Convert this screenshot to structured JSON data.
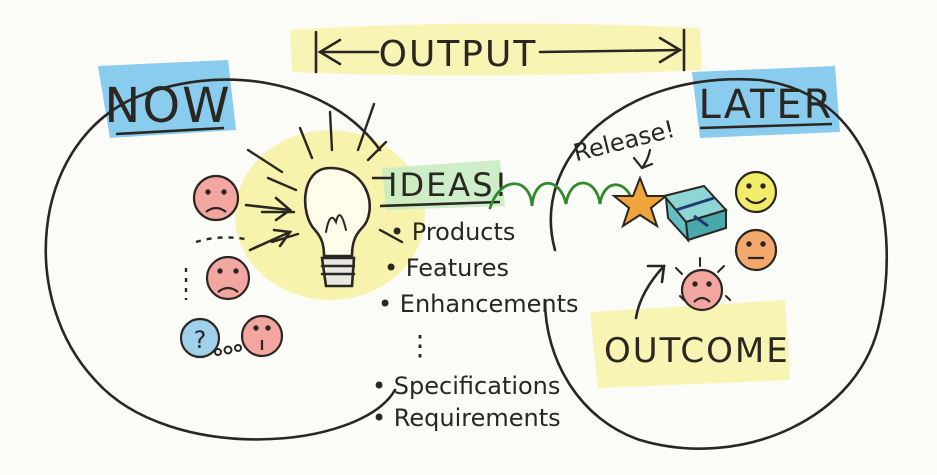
{
  "title": "",
  "colors": {
    "ink": "#2a2722",
    "now_highlight": "#7cc6ec",
    "later_highlight": "#7cc6ec",
    "output_highlight": "#f7f3a8",
    "ideas_underline": "#8fd08a",
    "outcome_highlight": "#f7f3a8",
    "bulb_glow": "#f6f19a",
    "arc_green": "#2f8a2c",
    "star": "#f0a43c",
    "face_sad": "#f3a6a0",
    "face_happy": "#f3ec6a",
    "face_neutral": "#f3a86c",
    "face_question": "#9fd0ec"
  },
  "labels": {
    "now": "NOW",
    "later": "LATER",
    "output": "OUTPUT",
    "ideas": "IDEAS!",
    "release": "Release!",
    "outcome": "OUTCOME"
  },
  "ideas_list": [
    "Products",
    "Features",
    "Enhancements",
    "Specifications",
    "Requirements"
  ],
  "ellipsis_glyph": "⋮",
  "icons": {
    "bulb": "lightbulb-icon",
    "star": "star-icon",
    "gift": "gift-box-icon"
  }
}
